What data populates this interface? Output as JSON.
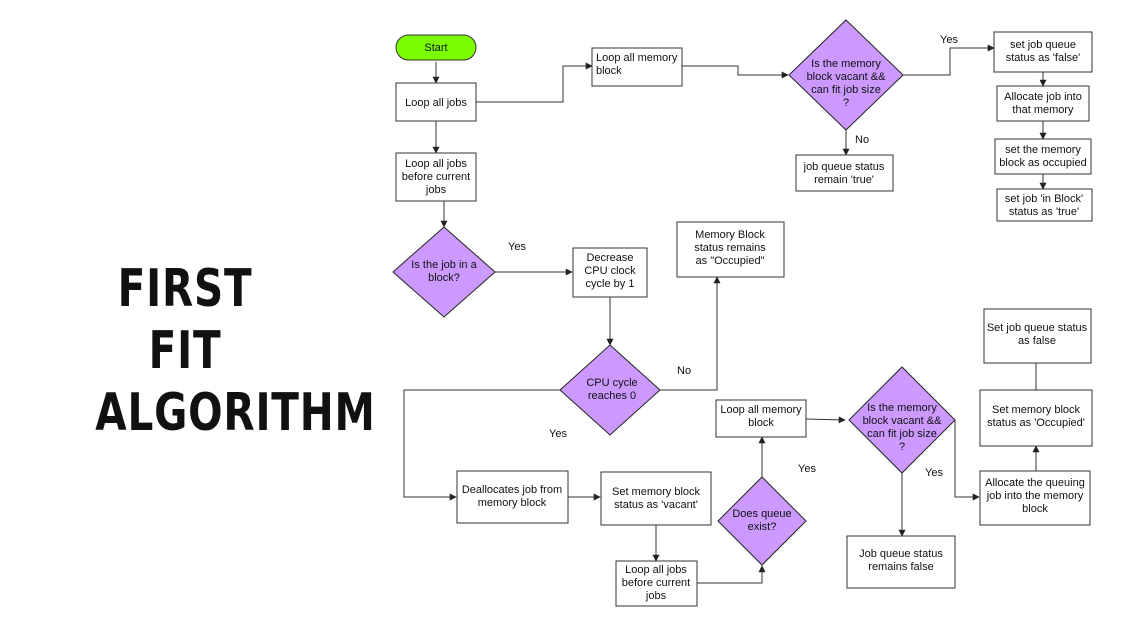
{
  "title": {
    "line1": "FIRST FIT",
    "line2": "ALGORITHM"
  },
  "colors": {
    "start_fill": "#7cfc00",
    "decision_fill": "#cc99ff",
    "process_fill": "#ffffff",
    "stroke": "#333333"
  },
  "nodes": {
    "start": {
      "lines": [
        "Start"
      ]
    },
    "loop_all_jobs": {
      "lines": [
        "Loop all jobs"
      ]
    },
    "loop_memory_top": {
      "lines": [
        "Loop all memory",
        "block"
      ]
    },
    "decision_vacant_top": {
      "lines": [
        "Is the memory",
        "block vacant &&",
        "can fit job size",
        "?"
      ]
    },
    "set_queue_false_top": {
      "lines": [
        "set job queue",
        "status as 'false'"
      ]
    },
    "allocate_top": {
      "lines": [
        "Allocate job into",
        "that memory"
      ]
    },
    "set_occupied_top": {
      "lines": [
        "set the memory",
        "block as occupied"
      ]
    },
    "set_in_block": {
      "lines": [
        "set job 'in Block'",
        "status as 'true'"
      ]
    },
    "queue_remain_true": {
      "lines": [
        "job queue status",
        "remain 'true'"
      ]
    },
    "loop_before_current_top": {
      "lines": [
        "Loop all jobs",
        "before current",
        "jobs"
      ]
    },
    "decision_in_block": {
      "lines": [
        "Is the job in a",
        "block?"
      ]
    },
    "decrease_cpu": {
      "lines": [
        "Decrease",
        "CPU clock",
        "cycle by 1"
      ]
    },
    "status_remains_occupied": {
      "lines": [
        "Memory Block",
        "status remains",
        "as \"Occupied\""
      ]
    },
    "decision_cpu_zero": {
      "lines": [
        "CPU cycle",
        "reaches 0"
      ]
    },
    "deallocate": {
      "lines": [
        "Deallocates job from",
        "memory block"
      ]
    },
    "set_vacant": {
      "lines": [
        "Set memory block",
        "status as 'vacant'"
      ]
    },
    "loop_before_current_bottom": {
      "lines": [
        "Loop all jobs",
        "before current",
        "jobs"
      ]
    },
    "decision_queue_exist": {
      "lines": [
        "Does queue",
        "exist?"
      ]
    },
    "loop_memory_bottom": {
      "lines": [
        "Loop all memory",
        "block"
      ]
    },
    "decision_vacant_bottom": {
      "lines": [
        "Is the memory",
        "block vacant &&",
        "can fit job size",
        "?"
      ]
    },
    "queue_remains_false": {
      "lines": [
        "Job queue status",
        "remains false"
      ]
    },
    "allocate_queuing": {
      "lines": [
        "Allocate the queuing",
        "job into the memory",
        "block"
      ]
    },
    "set_occupied_bottom": {
      "lines": [
        "Set memory block",
        "status as 'Occupied'"
      ]
    },
    "set_queue_false_bottom": {
      "lines": [
        "Set job queue status",
        "as false"
      ]
    }
  },
  "edge_labels": {
    "yes_top": "Yes",
    "no_top": "No",
    "yes_in_block": "Yes",
    "no_cpu": "No",
    "yes_cpu": "Yes",
    "yes_queue": "Yes",
    "yes_bottom": "Yes"
  }
}
